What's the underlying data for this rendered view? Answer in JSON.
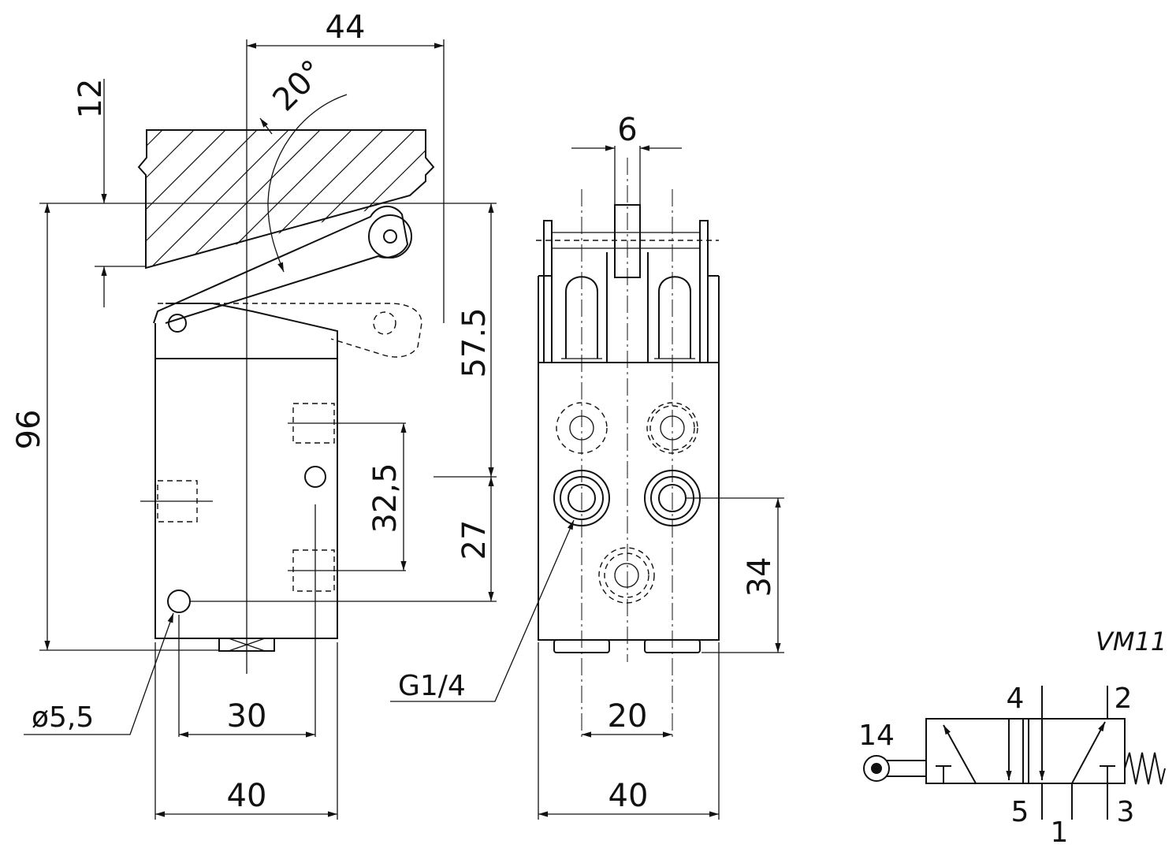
{
  "dimensions": {
    "top_width": "44",
    "top_depth": "12",
    "lever_angle": "20°",
    "side_height": "96",
    "mount_hole_offset": "57.5",
    "port_spacing": "32,5",
    "port_height": "27",
    "front_stem_width": "6",
    "front_port_height": "34",
    "hole_spacing": "30",
    "side_width": "40",
    "front_port_spacing": "20",
    "front_width": "40"
  },
  "labels": {
    "mount_hole": "ø5,5",
    "port_thread": "G1/4",
    "model": "VM11"
  },
  "symbol": {
    "port_14": "14",
    "port_4": "4",
    "port_2": "2",
    "port_5": "5",
    "port_1": "1",
    "port_3": "3"
  }
}
